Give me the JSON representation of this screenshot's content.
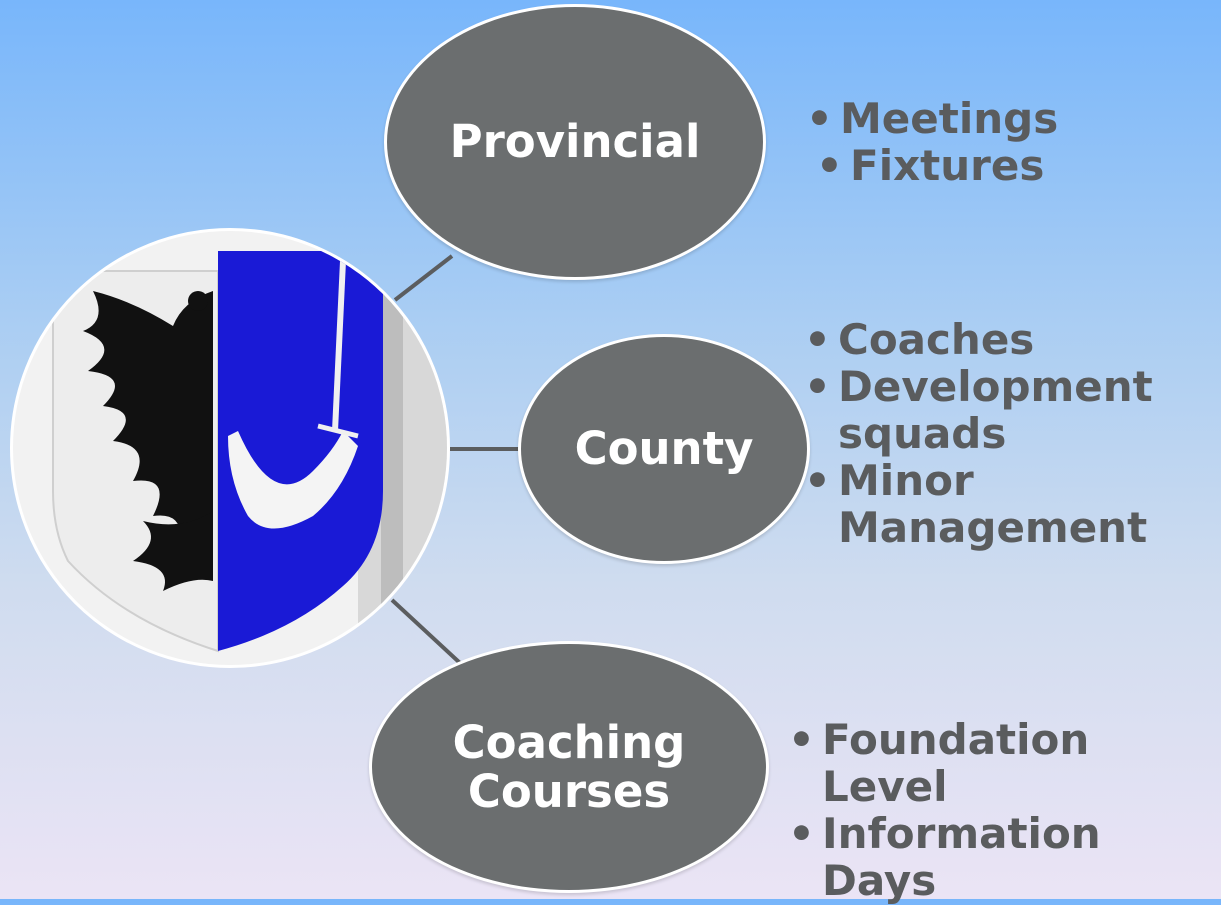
{
  "nodes": {
    "provincial": {
      "label": "Provincial"
    },
    "county": {
      "label": "County"
    },
    "coaching": {
      "lines": [
        "Coaching",
        "Courses"
      ]
    }
  },
  "bullets": {
    "provincial": [
      "Meetings",
      "Fixtures"
    ],
    "county": [
      "Coaches",
      "Development squads",
      "Minor Management"
    ],
    "coaching": [
      "Foundation Level",
      "Information Days"
    ]
  },
  "colors": {
    "node_fill": "#6b6e6f",
    "node_text": "#ffffff",
    "bullet_text": "#5a5c5e",
    "connector": "#5b5d5f",
    "crest_blue": "#1a1ad6"
  },
  "icons": {
    "center": "crest-eagle-sword-icon"
  }
}
